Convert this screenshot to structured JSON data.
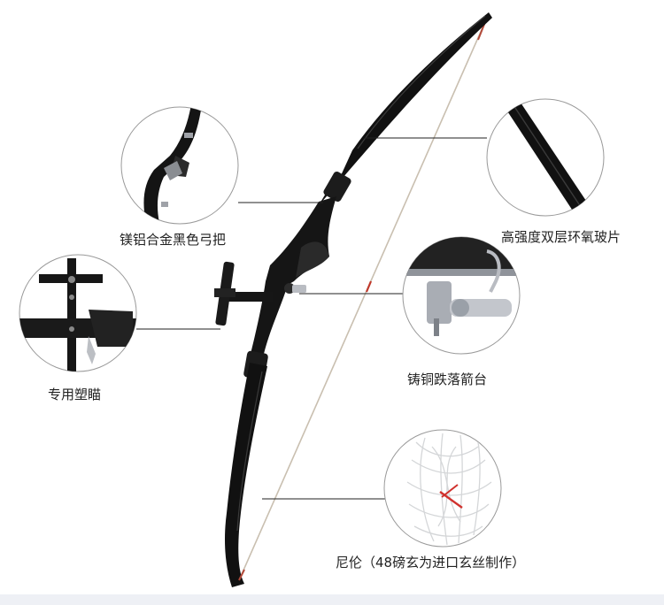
{
  "labels": {
    "grip": "镁铝合金黑色弓把",
    "limb": "高强度双层环氧玻片",
    "sight": "专用塑瞄",
    "arrow_rest": "铸铜跌落箭台",
    "string": "尼伦（48磅玄为进口玄丝制作）"
  },
  "colors": {
    "bow": "#111111",
    "bow_highlight": "#3a3a3a",
    "string": "#c9bfb0",
    "leader_line": "#222222",
    "circle_border": "#999999",
    "tie_red": "#d0312d",
    "rest_metal": "#b9bcc2"
  }
}
